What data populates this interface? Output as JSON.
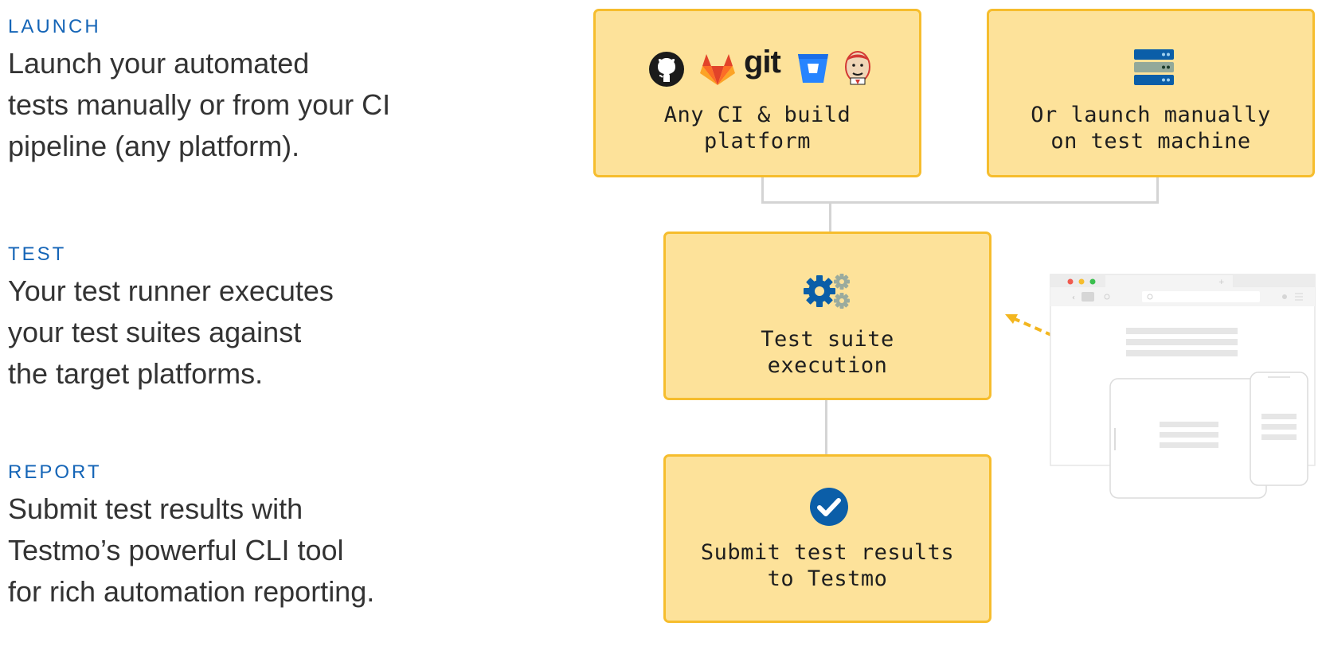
{
  "steps": [
    {
      "heading": "LAUNCH",
      "lines": [
        "Launch your automated",
        "tests manually or from your CI",
        "pipeline (any platform)."
      ]
    },
    {
      "heading": "TEST",
      "lines": [
        "Your test runner executes",
        "your test suites against",
        "the target platforms."
      ]
    },
    {
      "heading": "REPORT",
      "lines": [
        "Submit test results with",
        "Testmo’s powerful CLI tool",
        "for rich automation reporting."
      ]
    }
  ],
  "boxes": {
    "ci": {
      "label_lines": [
        "Any CI & build",
        "platform"
      ],
      "icons": [
        "github-icon",
        "gitlab-icon",
        "git-logo",
        "bitbucket-icon",
        "jenkins-icon"
      ],
      "git_text": "git"
    },
    "manual": {
      "label_lines": [
        "Or launch manually",
        "on test machine"
      ],
      "icons": [
        "server-icon"
      ]
    },
    "execution": {
      "label_lines": [
        "Test suite",
        "execution"
      ],
      "icons": [
        "gears-icon"
      ]
    },
    "submit": {
      "label_lines": [
        "Submit test results",
        "to Testmo"
      ],
      "icons": [
        "check-circle-icon"
      ]
    }
  },
  "colors": {
    "heading": "#1565b7",
    "body_text": "#333333",
    "box_fill": "#fde29a",
    "box_border": "#f6bd2d",
    "connector": "#d4d4d4",
    "accent_blue": "#0b5ea8",
    "arrow": "#f3b61f"
  }
}
